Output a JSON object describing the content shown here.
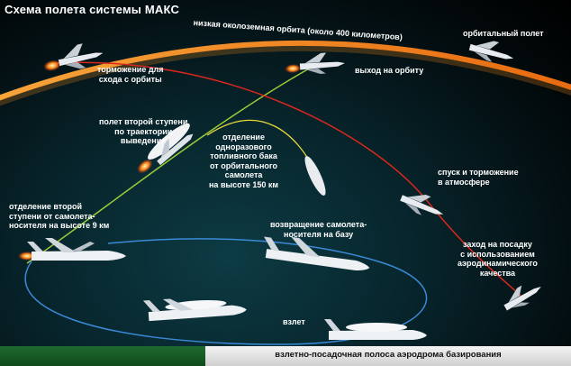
{
  "title": "Схема полета системы МАКС",
  "orbit_label": "низкая околоземная орбита (около 400 километров)",
  "labels": {
    "deorbit": [
      "торможение для",
      "схода с орбиты"
    ],
    "orbit_insertion": "выход на орбиту",
    "orbital_flight": "орбитальный полет",
    "second_stage": [
      "полет второй ступени",
      "по траектории",
      "выведения"
    ],
    "tank_separation": [
      "отделение",
      "одноразового",
      "топливного бака",
      "от орбитального",
      "самолета",
      "на высоте 150 км"
    ],
    "descent": [
      "спуск и торможение",
      "в атмосфере"
    ],
    "stage_separation": [
      "отделение второй",
      "ступени от самолета-",
      "носителя на высоте 9 км"
    ],
    "carrier_return": [
      "возвращение самолета-",
      "носителя на базу"
    ],
    "landing_approach": [
      "заход на посадку",
      "с использованием",
      "аэродинамического",
      "качества"
    ],
    "takeoff": "взлет"
  },
  "runway_label": "взлетно-посадочная полоса аэродрома базирования",
  "colors": {
    "orbit": "#f08a1c",
    "ascent_path": "#9ccc3a",
    "descent_path": "#d8281e",
    "carrier_path": "#3a8ad8"
  }
}
